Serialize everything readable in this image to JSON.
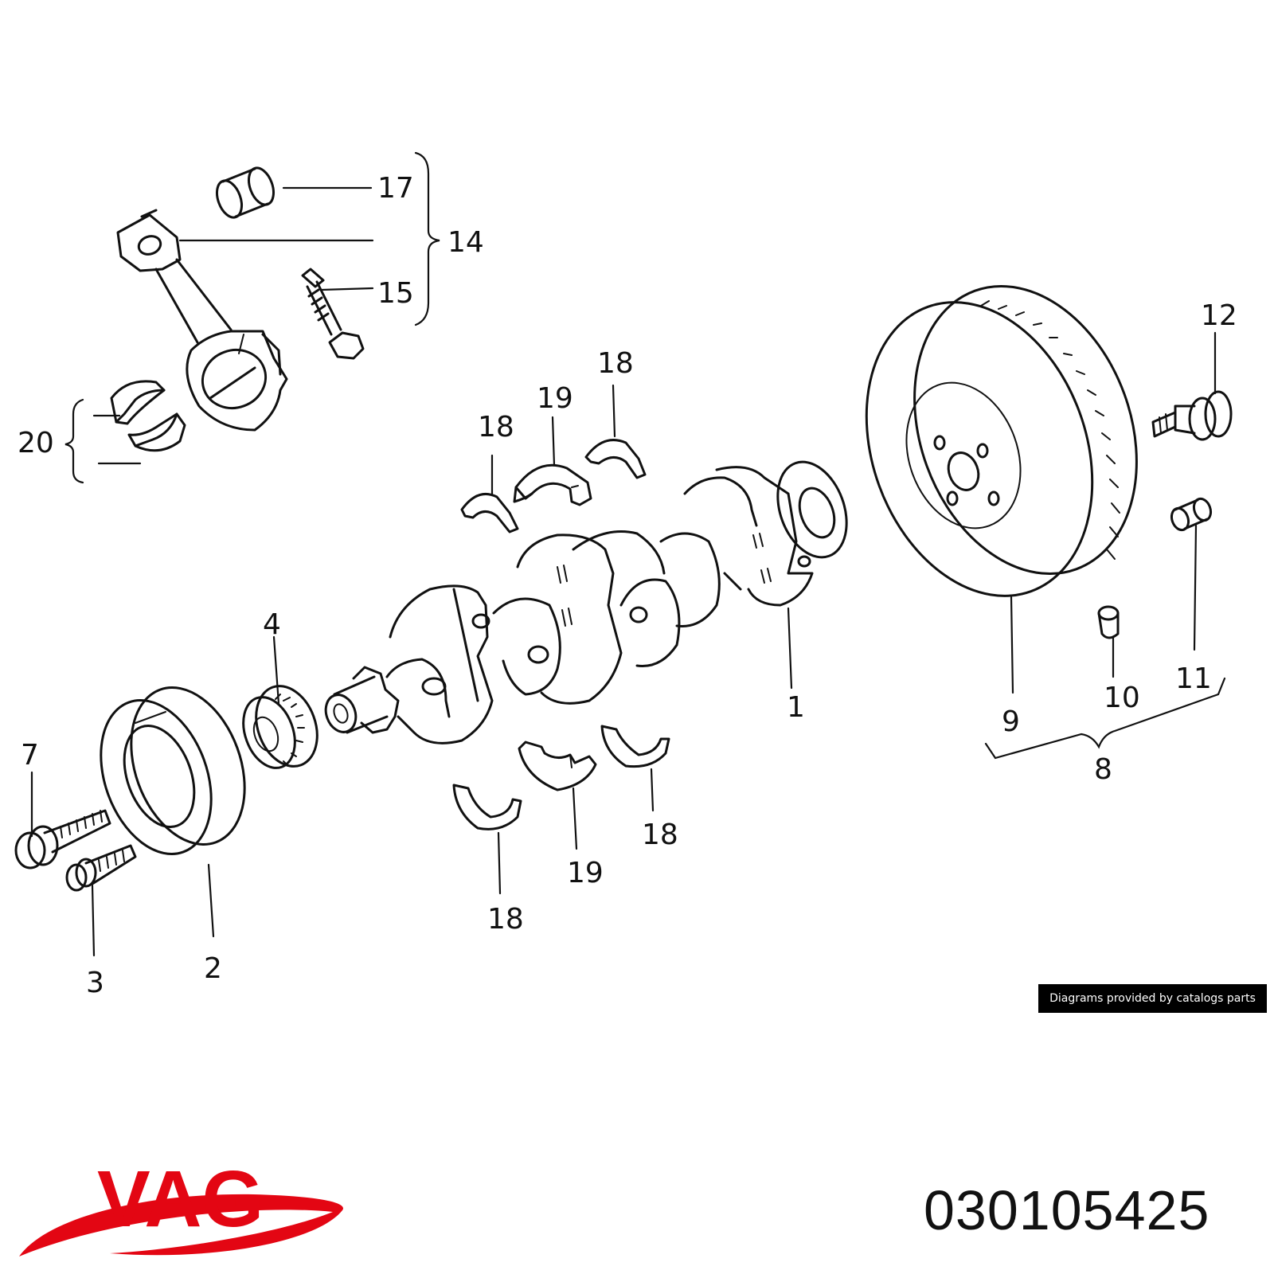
{
  "callouts": [
    {
      "id": "c1",
      "text": "1"
    },
    {
      "id": "c2",
      "text": "2"
    },
    {
      "id": "c3",
      "text": "3"
    },
    {
      "id": "c4",
      "text": "4"
    },
    {
      "id": "c7",
      "text": "7"
    },
    {
      "id": "c8",
      "text": "8"
    },
    {
      "id": "c9",
      "text": "9"
    },
    {
      "id": "c10",
      "text": "10"
    },
    {
      "id": "c11",
      "text": "11"
    },
    {
      "id": "c12",
      "text": "12"
    },
    {
      "id": "c14",
      "text": "14"
    },
    {
      "id": "c15",
      "text": "15"
    },
    {
      "id": "c17",
      "text": "17"
    },
    {
      "id": "c18a",
      "text": "18"
    },
    {
      "id": "c18b",
      "text": "18"
    },
    {
      "id": "c18c",
      "text": "18"
    },
    {
      "id": "c18d",
      "text": "18"
    },
    {
      "id": "c19a",
      "text": "19"
    },
    {
      "id": "c19b",
      "text": "19"
    },
    {
      "id": "c20",
      "text": "20"
    }
  ],
  "credit": "Diagrams provided by catalogs parts",
  "brand": {
    "name": "VAG",
    "color": "#e30613"
  },
  "part_number": "030105425"
}
